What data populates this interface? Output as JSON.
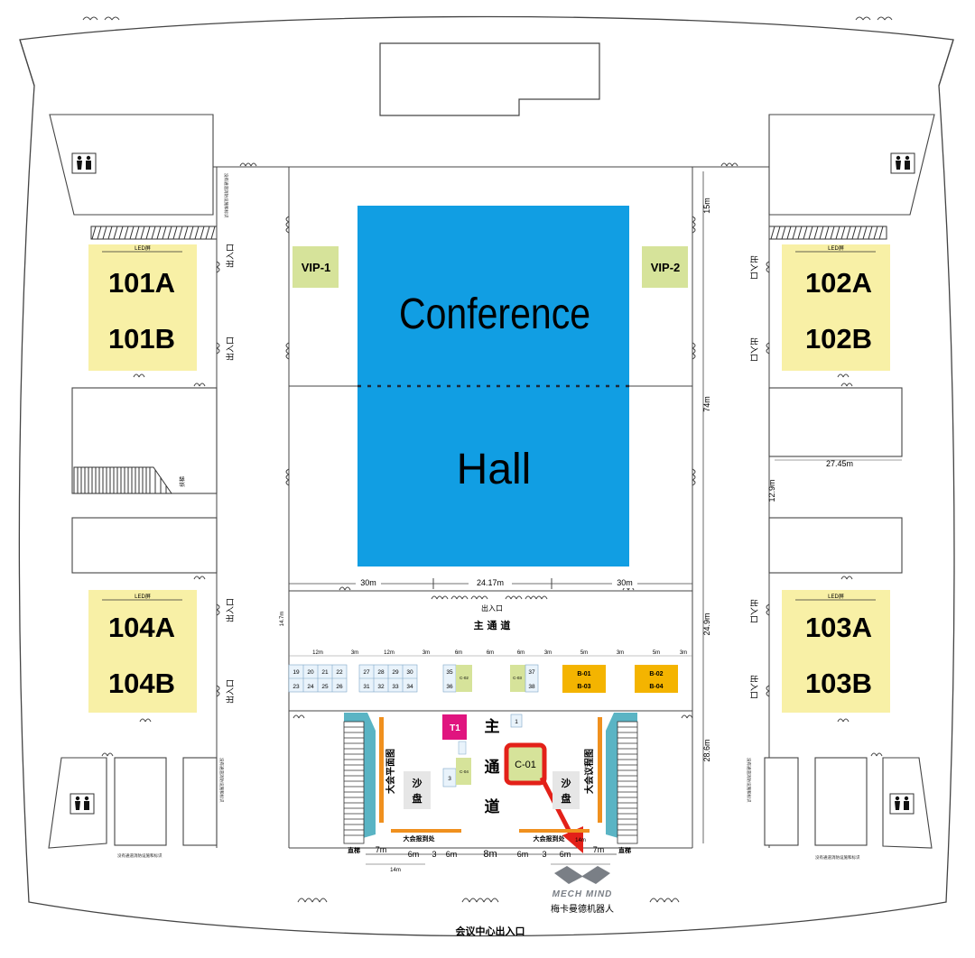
{
  "halls": {
    "h101a": "101A",
    "h101b": "101B",
    "h102a": "102A",
    "h102b": "102B",
    "h103a": "103A",
    "h103b": "103B",
    "h104a": "104A",
    "h104b": "104B",
    "led_label": "LED屏"
  },
  "conference": {
    "line1": "Conference",
    "line2": "Hall"
  },
  "vip": {
    "left": "VIP-1",
    "right": "VIP-2"
  },
  "dimensions": {
    "d15": "15m",
    "d74": "74m",
    "d1245": "27.45m",
    "d129": "12.9m",
    "d30a": "30m",
    "d2417": "24.17m",
    "d30b": "30m",
    "d147": "14.7m",
    "d249": "24.9m",
    "d286": "28.6m",
    "d7a": "7m",
    "d6a": "6m",
    "d3a": "3",
    "d6b": "6m",
    "d8": "8m",
    "d6c": "6m",
    "d3b": "3",
    "d6d": "6m",
    "d7b": "7m",
    "d14a": "14m",
    "d14b": "14m",
    "d12": "12m",
    "d3m": "3m",
    "d6m": "6m",
    "d5m": "5m"
  },
  "labels": {
    "exit_top": "出入口",
    "exit_side": "出入口",
    "main_aisle_h": "主  通  道",
    "main_aisle_v1": "主",
    "main_aisle_v2": "通",
    "main_aisle_v3": "道",
    "sand1": "沙",
    "sand2": "盘",
    "plan_left": "大会平面图",
    "plan_right": "大会议程图",
    "reg": "大会报到处",
    "stairs": "直梯",
    "escalator": "扶梯",
    "exit_bottom": "会议中心出入口",
    "fire_note": "没有通道消防设施和标识"
  },
  "booths": {
    "row1": [
      "19",
      "20",
      "21",
      "22",
      "27",
      "28",
      "29",
      "30"
    ],
    "row2": [
      "23",
      "24",
      "25",
      "26",
      "31",
      "32",
      "33",
      "34"
    ],
    "b35": "35",
    "b36": "36",
    "b37": "37",
    "b38": "38",
    "c02": "C-02",
    "c03": "C-03",
    "c04": "C-04",
    "b01": "B-01",
    "b02": "B-02",
    "b03": "B-03",
    "b04": "B-04",
    "t1": "T1",
    "n1": "1",
    "n3": "3",
    "c01": "C-01"
  },
  "brand": {
    "name": "MECH MIND",
    "name_zh": "梅卡曼德机器人"
  },
  "colors": {
    "hall_fill": "#f8f0a6",
    "conference_fill": "#119ee3",
    "vip_fill": "#d6e39a",
    "booth_b_fill": "#f4b400",
    "t1_fill": "#e0157f",
    "highlight_red": "#e32119",
    "board_orange": "#f0901e",
    "stair_teal": "#5ab4c4"
  }
}
